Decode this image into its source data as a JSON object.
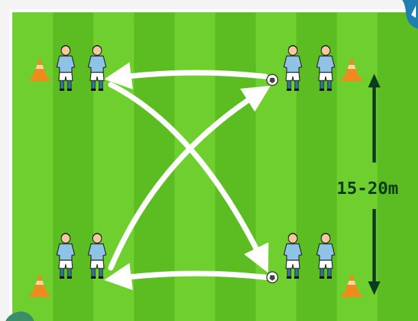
{
  "drill": {
    "distance_label": "15-20m",
    "step_badge": {
      "text": ""
    }
  },
  "colors": {
    "pitch_light": "#6fcf2e",
    "pitch_dark": "#5bbd22",
    "border": "#ffffff",
    "shirt": "#8fc3e6",
    "shorts": "#ffffff",
    "socks": "#2f7a99",
    "hair": "#1a1a1a",
    "skin": "#f2c9a0",
    "cone": "#f08a1c",
    "arrow": "#ffffff",
    "dimension": "#0d3b1f",
    "badge": "#1f7fb0"
  },
  "players": [
    {
      "name": "top-left-player-1",
      "group": "top-left"
    },
    {
      "name": "top-left-player-2",
      "group": "top-left"
    },
    {
      "name": "top-right-player-1",
      "group": "top-right",
      "has_ball": true
    },
    {
      "name": "top-right-player-2",
      "group": "top-right"
    },
    {
      "name": "bottom-left-player-1",
      "group": "bottom-left"
    },
    {
      "name": "bottom-left-player-2",
      "group": "bottom-left"
    },
    {
      "name": "bottom-right-player-1",
      "group": "bottom-right",
      "has_ball": true
    },
    {
      "name": "bottom-right-player-2",
      "group": "bottom-right"
    }
  ],
  "passes": [
    {
      "name": "pass-top-right-to-top-left",
      "type": "straight"
    },
    {
      "name": "pass-bottom-right-to-bottom-left",
      "type": "straight"
    },
    {
      "name": "run-top-left-to-bottom-right",
      "type": "diagonal"
    },
    {
      "name": "run-bottom-left-to-top-right",
      "type": "diagonal"
    }
  ]
}
